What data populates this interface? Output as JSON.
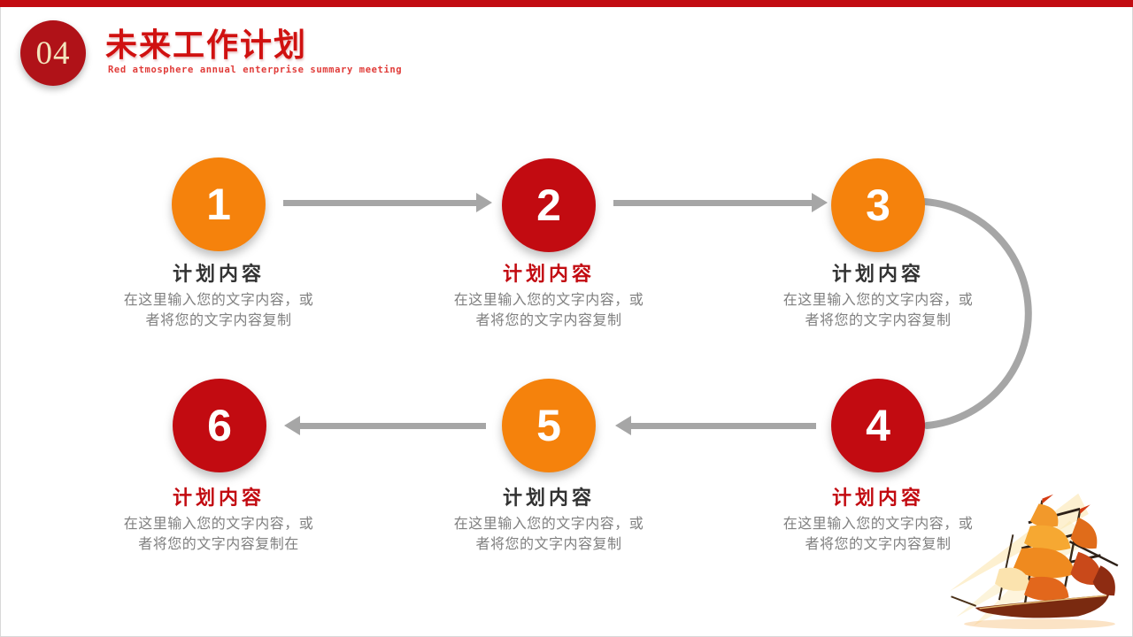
{
  "colors": {
    "red": "#c20b11",
    "orange": "#f5820c",
    "dark-text": "#333333",
    "body-text": "#808080",
    "arrow-gray": "#a6a6a6",
    "badge-red": "#b01218",
    "badge-text": "#f3e5bd",
    "title-red": "#d01110",
    "subtitle-red": "#e03b38"
  },
  "header": {
    "section_number": "04",
    "title": "未来工作计划",
    "subtitle": "Red atmosphere annual enterprise summary meeting"
  },
  "steps": [
    {
      "number": "1",
      "circle_color": "orange",
      "heading": "计划内容",
      "heading_style": "dark",
      "body_line1": "在这里输入您的文字内容，或",
      "body_line2": "者将您的文字内容复制"
    },
    {
      "number": "2",
      "circle_color": "red",
      "heading": "计划内容",
      "heading_style": "red",
      "body_line1": "在这里输入您的文字内容，或",
      "body_line2": "者将您的文字内容复制"
    },
    {
      "number": "3",
      "circle_color": "orange",
      "heading": "计划内容",
      "heading_style": "dark",
      "body_line1": "在这里输入您的文字内容，或",
      "body_line2": "者将您的文字内容复制"
    },
    {
      "number": "4",
      "circle_color": "red",
      "heading": "计划内容",
      "heading_style": "red",
      "body_line1": "在这里输入您的文字内容，或",
      "body_line2": "者将您的文字内容复制"
    },
    {
      "number": "5",
      "circle_color": "orange",
      "heading": "计划内容",
      "heading_style": "dark",
      "body_line1": "在这里输入您的文字内容，或",
      "body_line2": "者将您的文字内容复制"
    },
    {
      "number": "6",
      "circle_color": "red",
      "heading": "计划内容",
      "heading_style": "red",
      "body_line1": "在这里输入您的文字内容，或",
      "body_line2": "者将您的文字内容复制在"
    }
  ],
  "flow": {
    "connectors": [
      "1-2",
      "2-3",
      "3-4-arc",
      "4-5",
      "5-6"
    ]
  },
  "decor": {
    "ship": "golden-sailing-ship-illustration"
  }
}
